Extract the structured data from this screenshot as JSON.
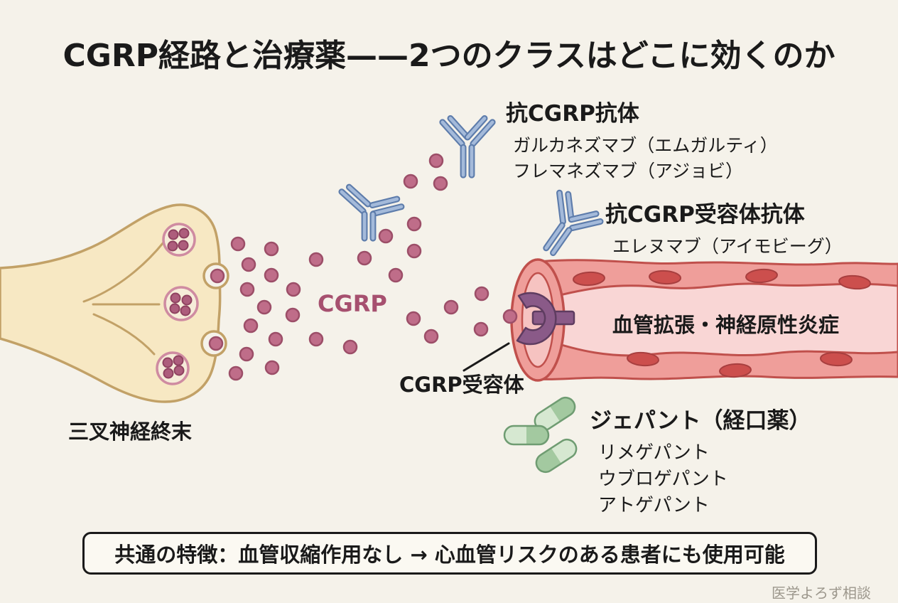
{
  "title": "CGRP経路と治療薬——2つのクラスはどこに効くのか",
  "labels": {
    "nerve_terminal": "三叉神経終末",
    "cgrp": "CGRP",
    "cgrp_receptor": "CGRP受容体",
    "vessel_effect": "血管拡張・神経原性炎症"
  },
  "drug_classes": {
    "anti_cgrp_antibody": {
      "heading": "抗CGRP抗体",
      "drugs": [
        "ガルカネズマブ（エムガルティ）",
        "フレマネズマブ（アジョビ）"
      ]
    },
    "anti_cgrp_receptor_antibody": {
      "heading": "抗CGRP受容体抗体",
      "drugs": [
        "エレヌマブ（アイモビーグ）"
      ]
    },
    "gepants": {
      "heading": "ジェパント（経口薬）",
      "drugs": [
        "リメゲパント",
        "ウブロゲパント",
        "アトゲパント"
      ]
    }
  },
  "footer_note": "共通の特徴：血管収縮作用なし → 心血管リスクのある患者にも使用可能",
  "watermark": "医学よろず相談",
  "colors": {
    "background": "#f5f2ea",
    "cgrp_dot": "#bf6d89",
    "cgrp_text": "#a6506f",
    "antibody_blue": "#a4bada",
    "vessel_salmon": "#ef9e9a",
    "vessel_lumen": "#f9d6d5",
    "receptor_purple": "#8a5a88",
    "pill_green": "#a3c9a0",
    "nerve_cream": "#f7e8c3",
    "nerve_outline": "#c2a167"
  }
}
